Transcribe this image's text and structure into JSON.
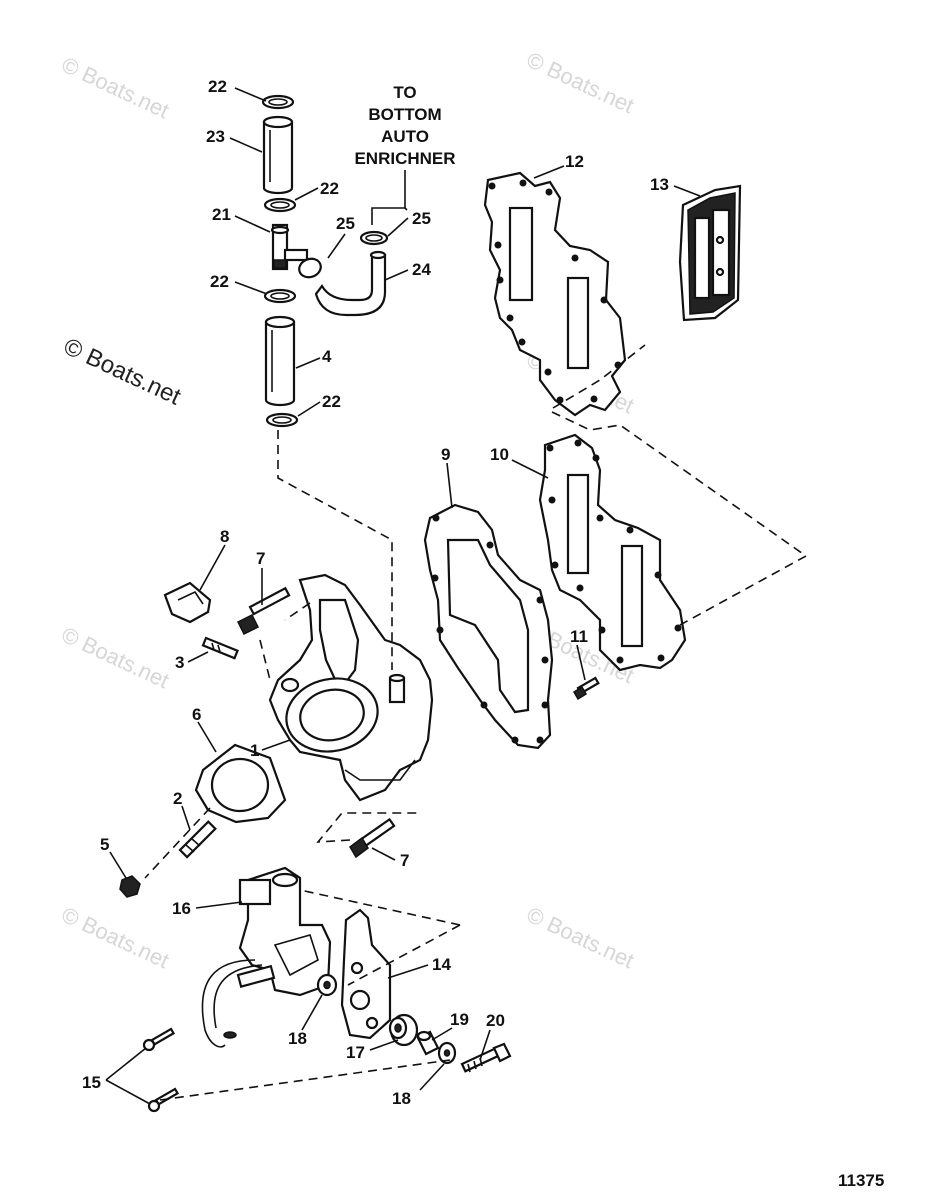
{
  "diagram": {
    "note": [
      "TO",
      "BOTTOM",
      "AUTO",
      "ENRICHNER"
    ],
    "watermark": "© Boats.net",
    "figure_number": "11375",
    "labels": {
      "l22a": "22",
      "l23": "23",
      "l22b": "22",
      "l21": "21",
      "l25a": "25",
      "l25b": "25",
      "l22c": "22",
      "l24": "24",
      "l4": "4",
      "l22d": "22",
      "l12": "12",
      "l13": "13",
      "l9": "9",
      "l10": "10",
      "l8": "8",
      "l7a": "7",
      "l3": "3",
      "l11": "11",
      "l6": "6",
      "l1": "1",
      "l2": "2",
      "l5": "5",
      "l7b": "7",
      "l16": "16",
      "l14": "14",
      "l19": "19",
      "l20": "20",
      "l18a": "18",
      "l17": "17",
      "l18b": "18",
      "l15": "15"
    }
  }
}
